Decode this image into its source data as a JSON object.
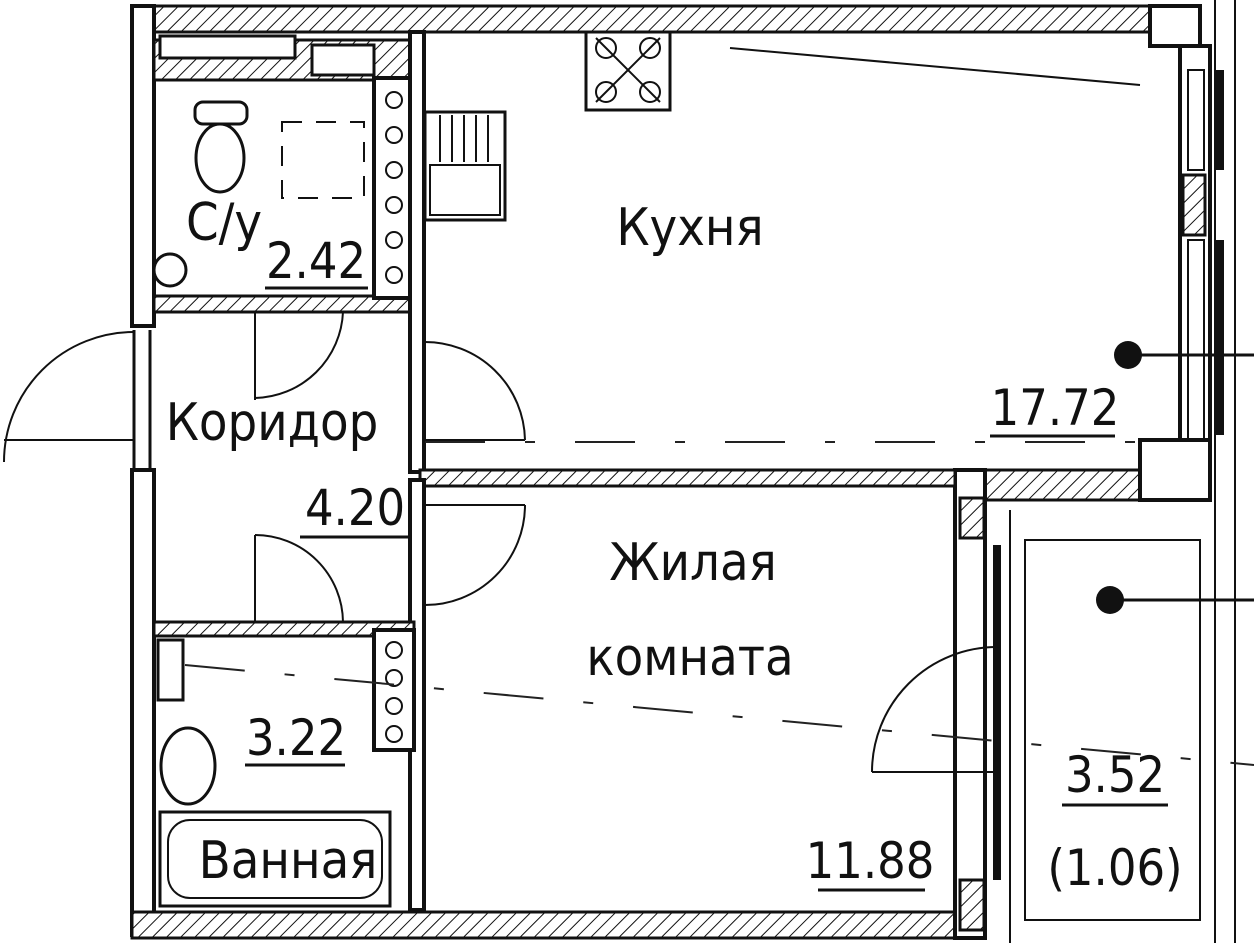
{
  "rooms": {
    "kitchen": {
      "name": "Кухня",
      "area": "17.72"
    },
    "wc": {
      "name": "С/у",
      "area": "2.42"
    },
    "corridor": {
      "name": "Коридор",
      "area": "4.20"
    },
    "living": {
      "name_line1": "Жилая",
      "name_line2": "комната",
      "area": "11.88"
    },
    "bath": {
      "name": "Ванная",
      "area": "3.22"
    },
    "balcony": {
      "area": "3.52",
      "area_reduced": "(1.06)"
    }
  },
  "colors": {
    "line": "#111111",
    "background": "#ffffff"
  }
}
